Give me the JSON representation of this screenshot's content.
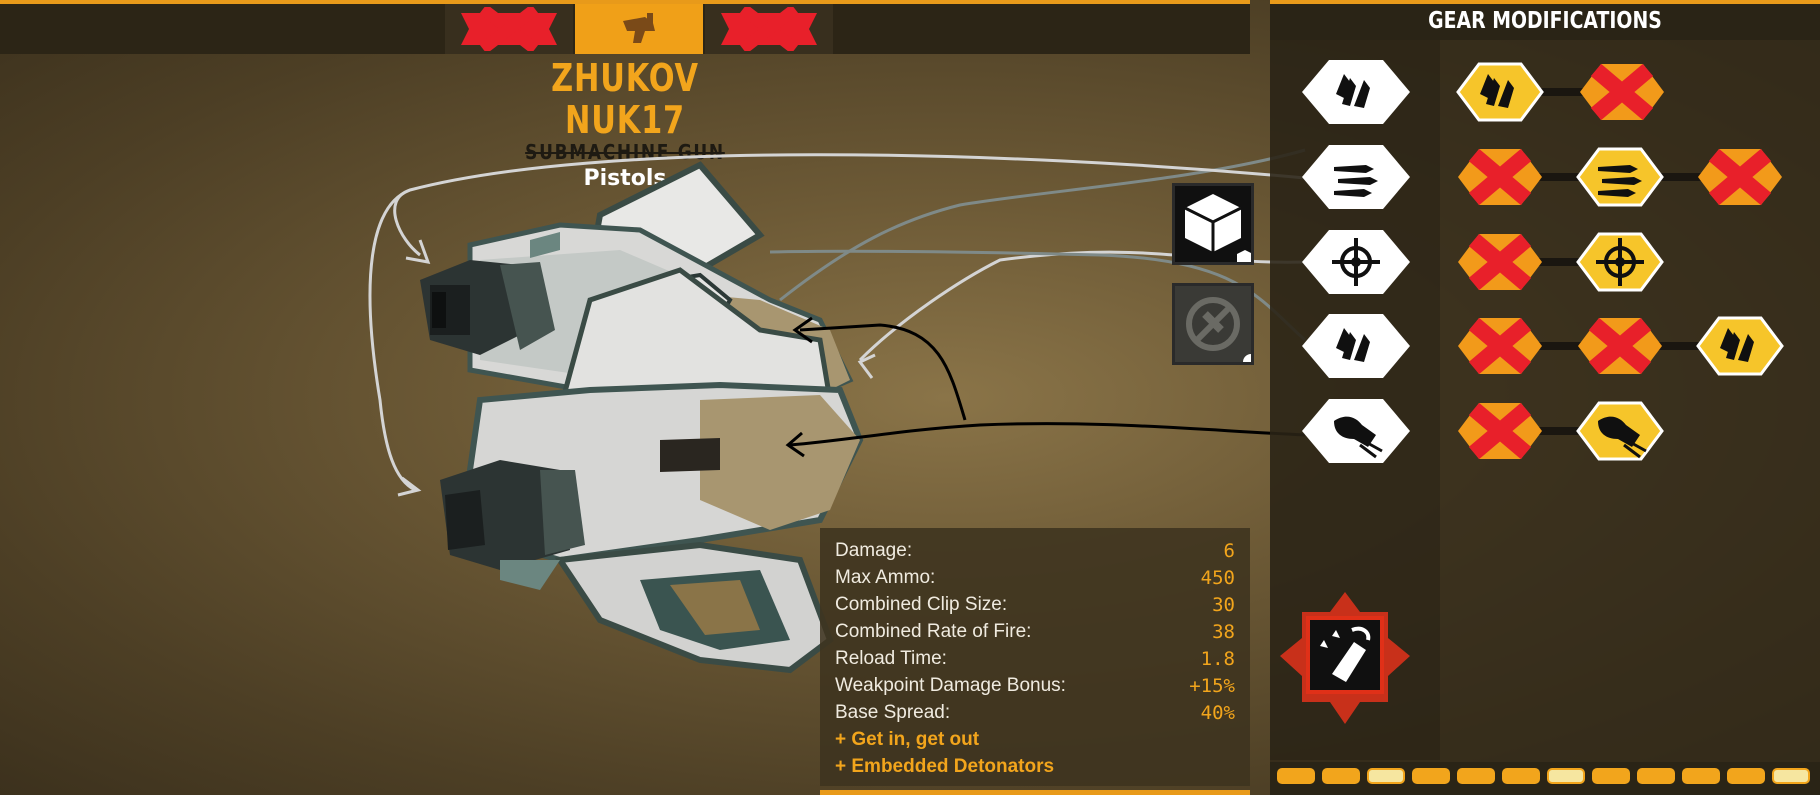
{
  "weapon": {
    "name": "ZHUKOV NUK17",
    "class": "SUBMACHINE GUN",
    "category": "Pistols"
  },
  "tabs": [
    {
      "state": "disabled",
      "icon": "cross-icon"
    },
    {
      "state": "active",
      "icon": "pistol-icon"
    },
    {
      "state": "disabled",
      "icon": "cross-icon"
    }
  ],
  "stats": [
    {
      "label": "Damage:",
      "value": "6"
    },
    {
      "label": "Max Ammo:",
      "value": "450"
    },
    {
      "label": "Combined Clip Size:",
      "value": "30"
    },
    {
      "label": "Combined Rate of Fire:",
      "value": "38"
    },
    {
      "label": "Reload Time:",
      "value": "1.8"
    },
    {
      "label": "Weakpoint Damage Bonus:",
      "value": "+15%"
    },
    {
      "label": "Base Spread:",
      "value": "40%"
    }
  ],
  "perks": [
    "+ Get in, get out",
    "+ Embedded Detonators"
  ],
  "gear": {
    "title": "GEAR MODIFICATIONS",
    "tiers": [
      {
        "icon": "bullets-icon",
        "options": [
          "selected",
          "crossed"
        ]
      },
      {
        "icon": "bullet-speed-icon",
        "options": [
          "crossed",
          "selected",
          "crossed"
        ]
      },
      {
        "icon": "crosshair-icon",
        "options": [
          "crossed",
          "selected"
        ]
      },
      {
        "icon": "bullets-icon",
        "options": [
          "crossed",
          "crossed",
          "selected"
        ]
      },
      {
        "icon": "recoil-icon",
        "options": [
          "crossed",
          "selected"
        ]
      }
    ]
  },
  "overclock": {
    "slot_icon": "cube-icon",
    "paint_icon": "paint-disabled-icon",
    "perk_icon": "reload-perk-icon"
  },
  "mod_pips": 12,
  "colors": {
    "accent": "#f2a51c",
    "crossed": "#e8202a",
    "panel": "#2c2516"
  }
}
